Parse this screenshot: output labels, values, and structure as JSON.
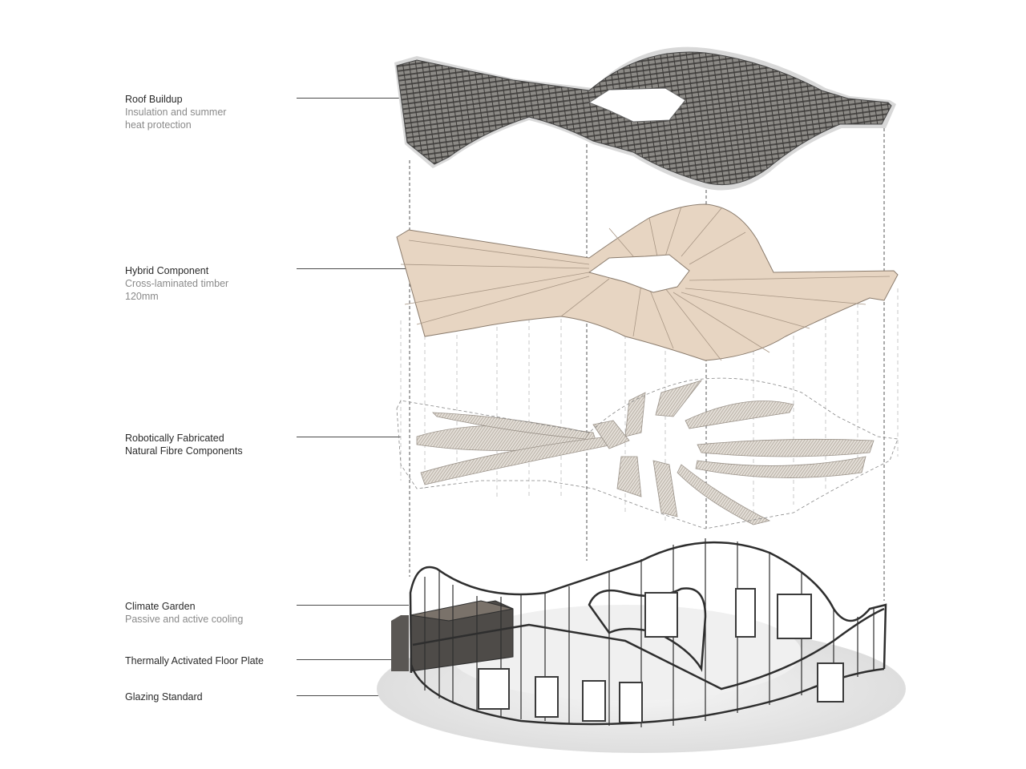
{
  "diagram": {
    "type": "exploded-axonometric",
    "layers": [
      {
        "id": "roof",
        "title": "Roof Buildup",
        "subtitle": [
          "Insulation and summer",
          "heat protection"
        ],
        "color": "#6e6c68"
      },
      {
        "id": "hybrid",
        "title": "Hybrid Component",
        "subtitle": [
          "Cross-laminated timber",
          "120mm"
        ],
        "color": "#e6d3c0"
      },
      {
        "id": "fibre",
        "title": "Robotically Fabricated",
        "title2": "Natural Fibre Components",
        "subtitle": [],
        "color": "#d6d0c8"
      },
      {
        "id": "climate",
        "title": "Climate Garden",
        "subtitle": [
          "Passive and active cooling"
        ],
        "color": "#5a5754"
      },
      {
        "id": "floor",
        "title": "Thermally Activated Floor Plate",
        "subtitle": [],
        "color": "#efefef"
      },
      {
        "id": "glazing",
        "title": "Glazing Standard",
        "subtitle": [],
        "color": "#2e2e2e"
      }
    ]
  }
}
